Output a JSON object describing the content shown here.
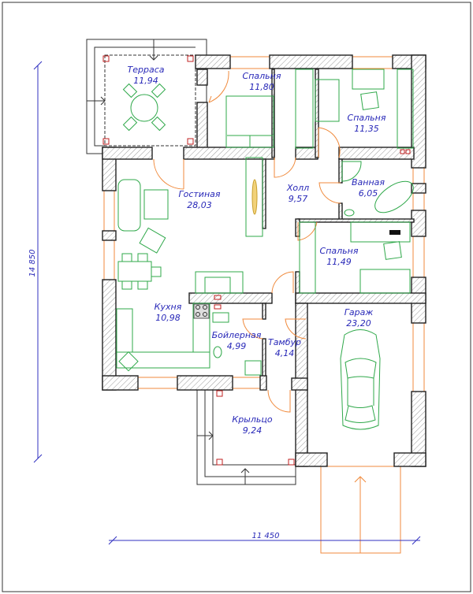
{
  "plan": {
    "rooms": [
      {
        "name": "Терраса",
        "area": "11,94"
      },
      {
        "name": "Спальня",
        "area": "11,80"
      },
      {
        "name": "Спальня",
        "area": "11,35"
      },
      {
        "name": "Ванная",
        "area": "6,05"
      },
      {
        "name": "Холл",
        "area": "9,57"
      },
      {
        "name": "Гостиная",
        "area": "28,03"
      },
      {
        "name": "Спальня",
        "area": "11,49"
      },
      {
        "name": "Кухня",
        "area": "10,98"
      },
      {
        "name": "Гараж",
        "area": "23,20"
      },
      {
        "name": "Бойлерная",
        "area": "4,99"
      },
      {
        "name": "Тамбур",
        "area": "4,14"
      },
      {
        "name": "Крыльцо",
        "area": "9,24"
      }
    ],
    "dimensions": {
      "height": "14 850",
      "width": "11 450"
    }
  },
  "colors": {
    "walls": "#222222",
    "windows_doors": "#f08a3c",
    "furniture": "#2fa84a",
    "labels": "#2828b8",
    "columns": "#c02020"
  }
}
